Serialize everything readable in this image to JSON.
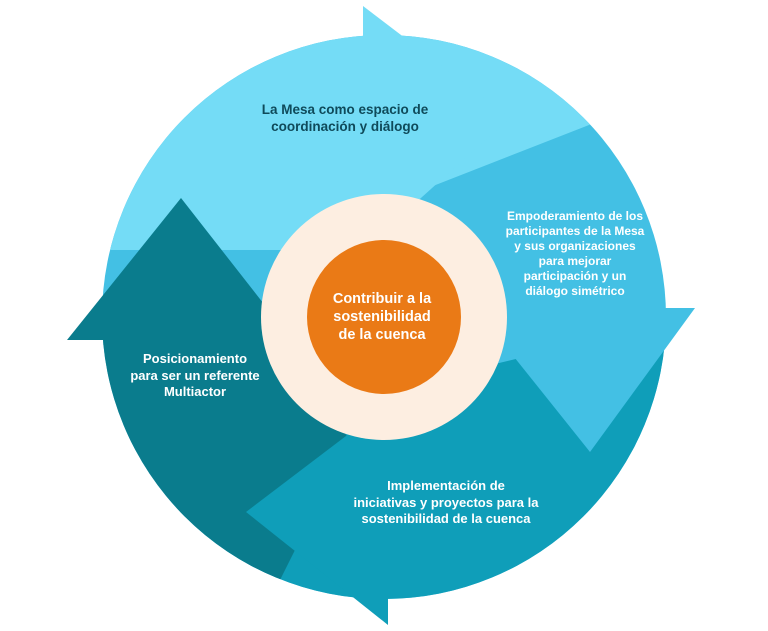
{
  "diagram": {
    "center": {
      "lines": [
        "Contribuir a la",
        "sostenibilidad",
        "de la cuenca"
      ],
      "color": "#ea7a16"
    },
    "stages": [
      {
        "id": "top",
        "lines": [
          "La Mesa como espacio de",
          "coordinación y diálogo"
        ],
        "color": "#74dcf6"
      },
      {
        "id": "right",
        "lines": [
          "Empoderamiento de los",
          "participantes de la Mesa",
          "y sus organizaciones",
          "para mejorar",
          "participación y un",
          "diálogo simétrico"
        ],
        "color": "#43c0e4"
      },
      {
        "id": "bottom",
        "lines": [
          "Implementación de",
          "iniciativas y proyectos para la",
          "sostenibilidad de la cuenca"
        ],
        "color": "#0f9eb9"
      },
      {
        "id": "left",
        "lines": [
          "Posicionamiento",
          "para ser un referente",
          "Multiactor"
        ],
        "color": "#0a7c8d"
      }
    ],
    "inner_ring_color": "#fdeee1"
  }
}
